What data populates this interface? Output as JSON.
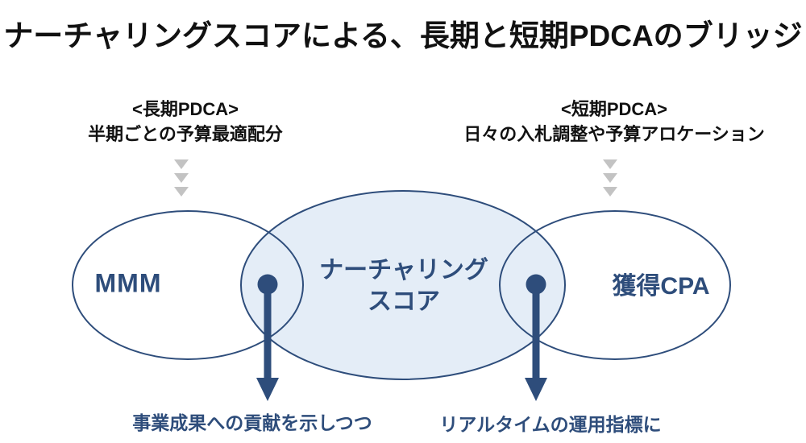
{
  "colors": {
    "ink": "#111111",
    "navy": "#2e4d7b",
    "lightblue": "#e4edf7",
    "gray": "#c3c3c3"
  },
  "title": "ナーチャリングスコアによる、長期と短期PDCAのブリッジ",
  "long_term": {
    "heading": "<長期PDCA>",
    "description": "半期ごとの予算最適配分"
  },
  "short_term": {
    "heading": "<短期PDCA>",
    "description": "日々の入札調整や予算アロケーション"
  },
  "venn": {
    "left_label": "MMM",
    "center_label_line1": "ナーチャリング",
    "center_label_line2": "スコア",
    "right_label": "獲得CPA"
  },
  "outcomes": {
    "left": "事業成果への貢献を示しつつ",
    "right": "リアルタイムの運用指標に"
  }
}
